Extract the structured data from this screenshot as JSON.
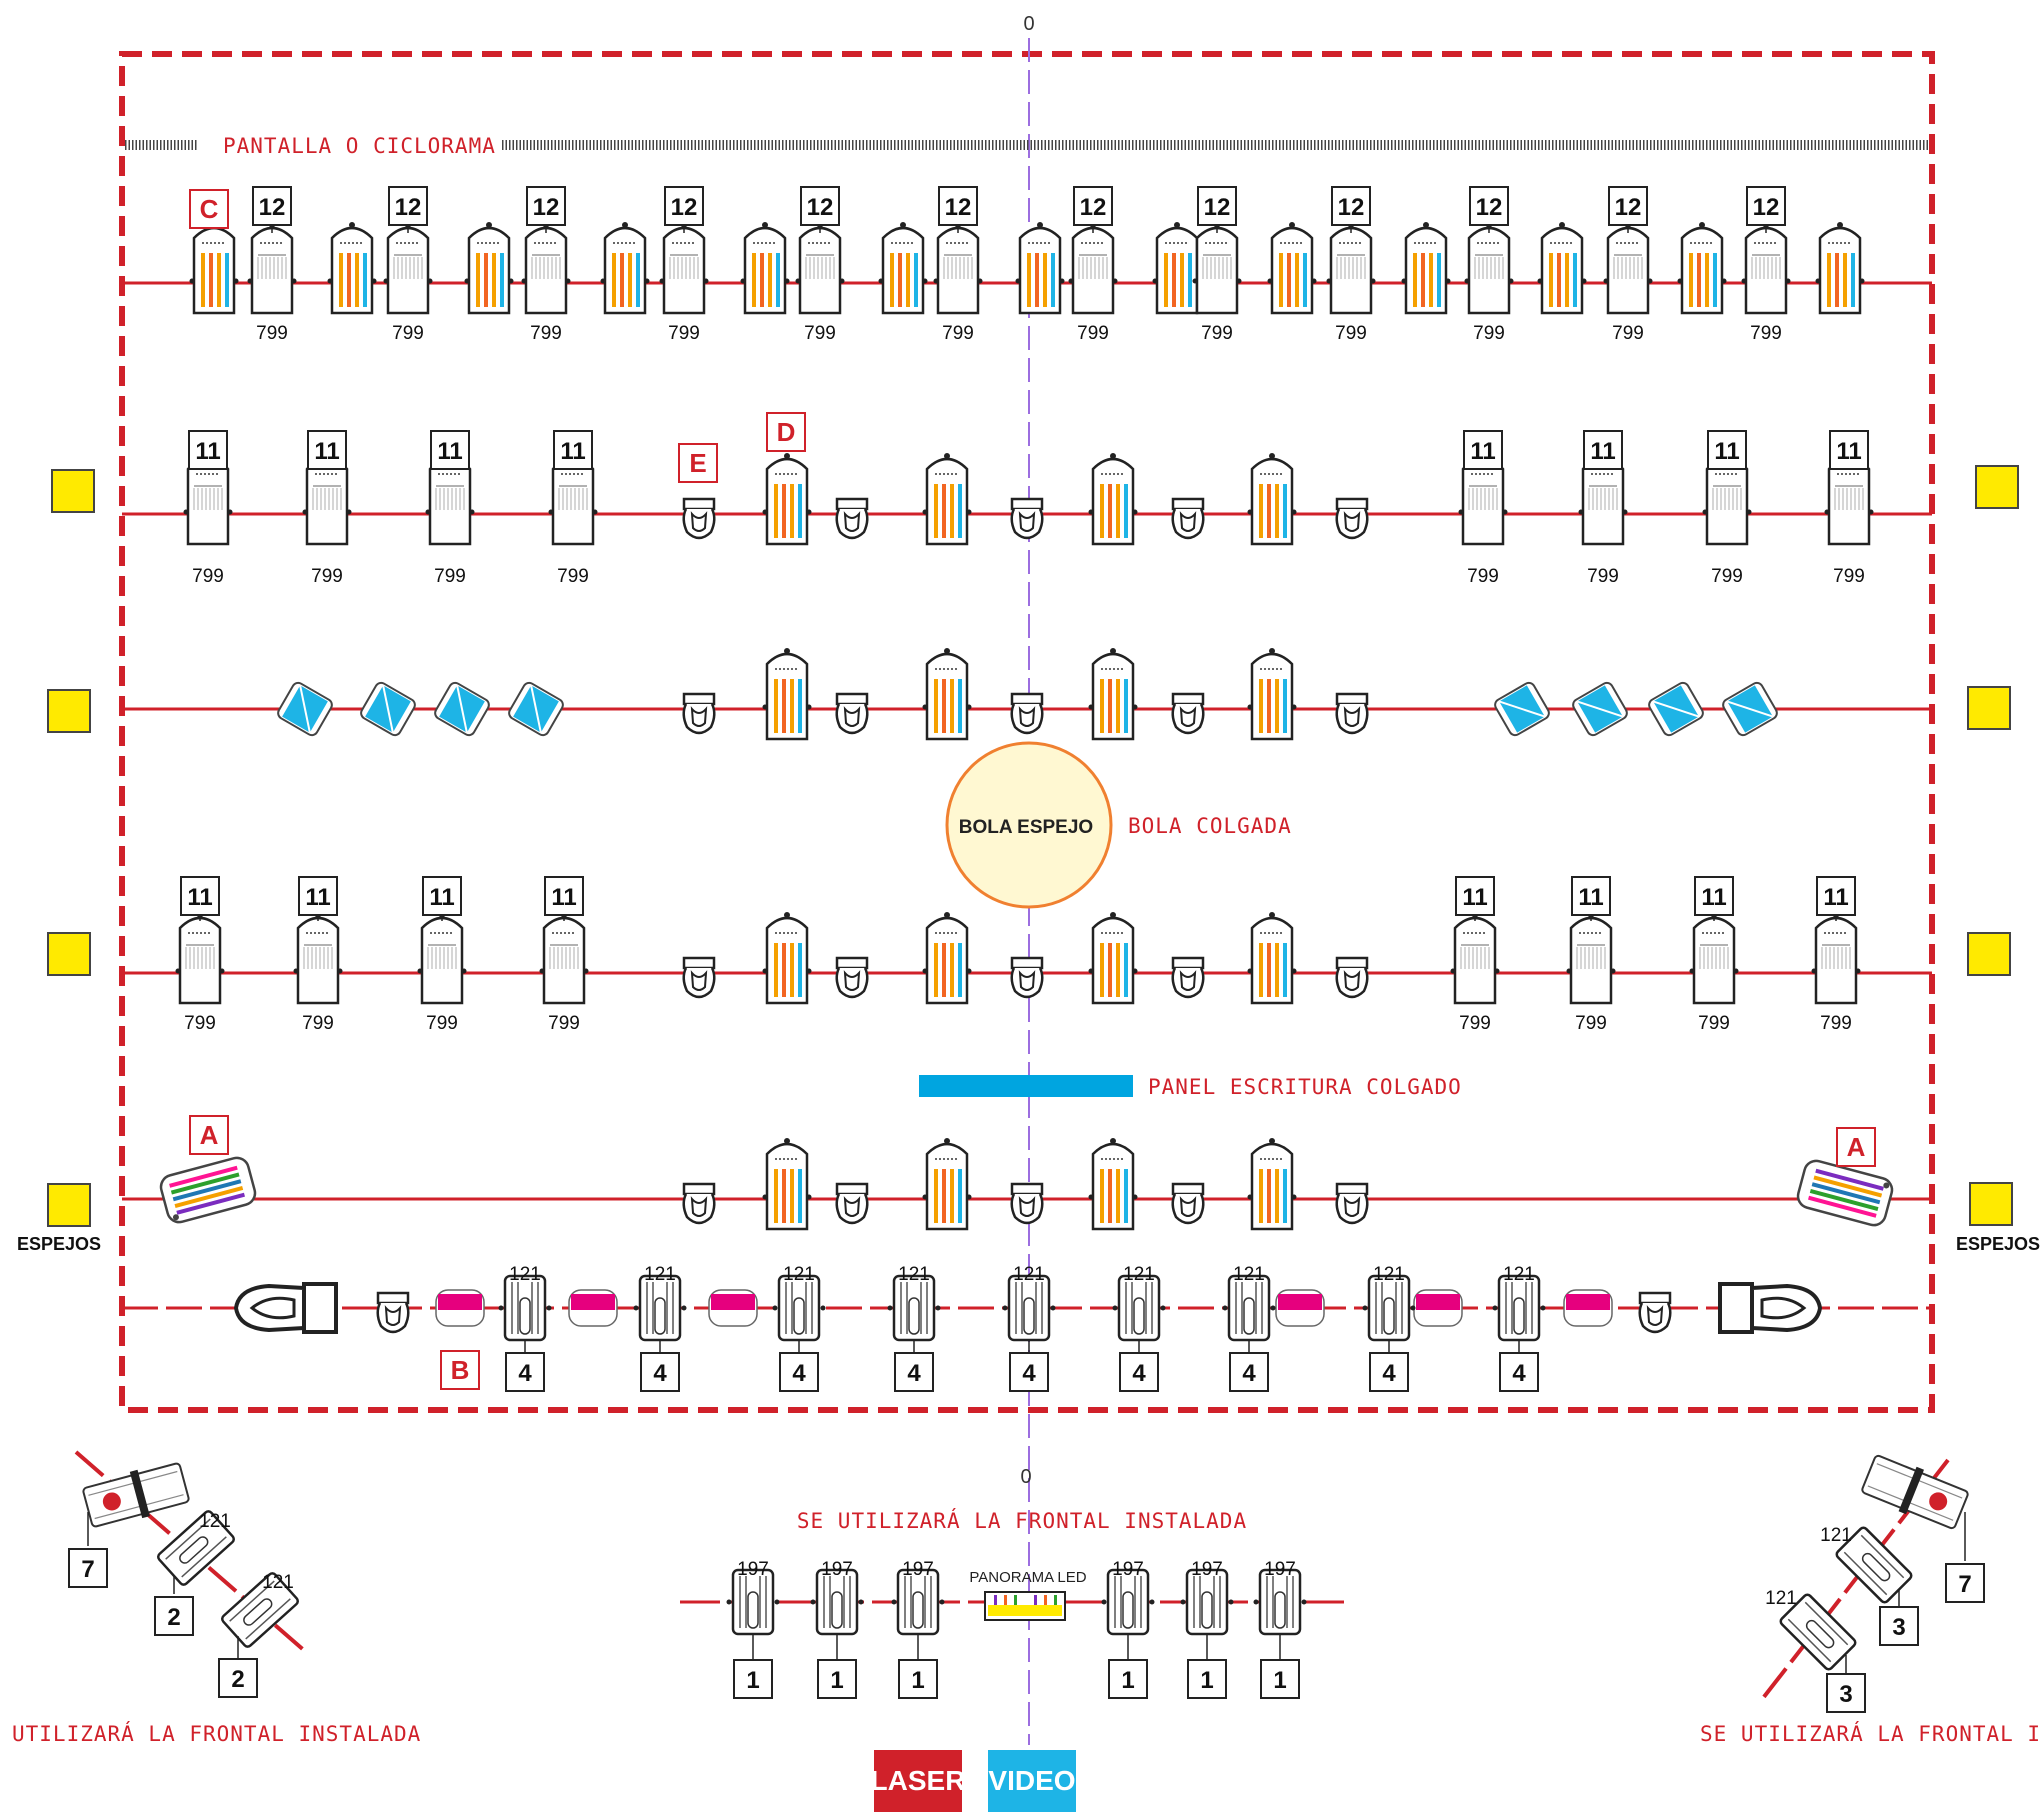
{
  "center_label_top": "0",
  "center_label_bottom": "0",
  "screen_label": "PANTALLA O CICLORAMA",
  "mirror_ball_label": "BOLA ESPEJO",
  "mirror_ball_note": "BOLA COLGADA",
  "panel_label": "PANEL ESCRITURA COLGADO",
  "mirrors_label": "ESPEJOS",
  "front_note_center": "SE UTILIZARÁ LA FRONTAL INSTALADA",
  "front_note_left": "UTILIZARÁ LA FRONTAL INSTALADA",
  "front_note_right": "SE UTILIZARÁ LA FRONTAL INS",
  "panorama_label": "PANORAMA LED",
  "legend": {
    "laser": "LASER",
    "video": "VIDEO"
  },
  "letters": {
    "A": "A",
    "B": "B",
    "C": "C",
    "D": "D",
    "E": "E"
  },
  "channels": {
    "row1": "12",
    "row2": "11",
    "row4": "11",
    "row6": "4",
    "front": "1",
    "left": "2",
    "right": "3",
    "follow": "7"
  },
  "filters": {
    "spot": "799",
    "pc": "121",
    "front": "197"
  },
  "colors": {
    "truss": "#d0212a",
    "frame": "#d0212a",
    "centerline": "#9c6ee0",
    "mirror": "#ffea00",
    "panel": "#00a5e0",
    "laser": "#d0212a",
    "video": "#1eb4e6",
    "ball_fill": "#fff8d2",
    "ball_stroke": "#f08030"
  }
}
